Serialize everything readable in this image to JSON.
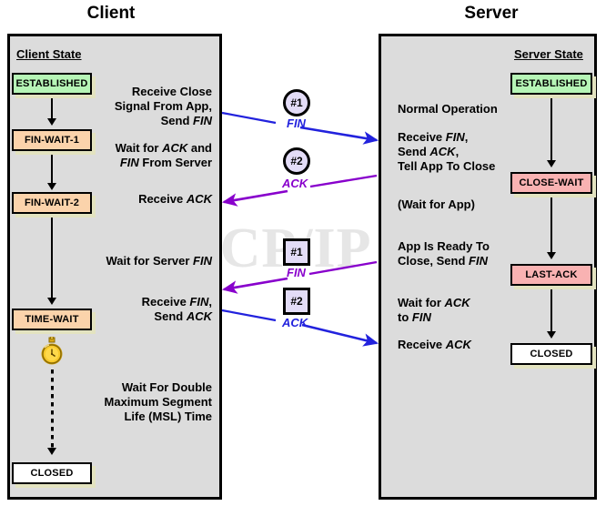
{
  "diagram": {
    "watermark": "The TCP/IP Guide",
    "columns": {
      "client_title": "Client",
      "server_title": "Server"
    }
  },
  "client": {
    "state_header": "Client State",
    "states": [
      {
        "label": "ESTABLISHED",
        "color": "#b6f5b6"
      },
      {
        "label": "FIN-WAIT-1",
        "color": "#fbd3ab"
      },
      {
        "label": "FIN-WAIT-2",
        "color": "#fbd3ab"
      },
      {
        "label": "TIME-WAIT",
        "color": "#fbd3ab"
      },
      {
        "label": "CLOSED",
        "color": "#ffffff"
      }
    ],
    "notes": [
      "Receive Close\nSignal From App,\nSend FIN",
      "Wait for ACK and\nFIN From Server",
      "Receive ACK",
      "Wait for Server FIN",
      "Receive FIN,\nSend ACK",
      "Wait For Double\nMaximum Segment\nLife (MSL) Time"
    ],
    "timer_icon": "stopwatch-icon"
  },
  "server": {
    "state_header": "Server State",
    "states": [
      {
        "label": "ESTABLISHED",
        "color": "#b6f5b6"
      },
      {
        "label": "CLOSE-WAIT",
        "color": "#f9b2b2"
      },
      {
        "label": "LAST-ACK",
        "color": "#f9b2b2"
      },
      {
        "label": "CLOSED",
        "color": "#ffffff"
      }
    ],
    "notes": [
      "Normal Operation",
      "Receive FIN,\nSend ACK,\nTell App To Close",
      "(Wait for App)",
      "App Is Ready To\nClose, Send FIN",
      "Wait for ACK\nto FIN",
      "Receive ACK"
    ]
  },
  "messages": [
    {
      "id": "#1",
      "label": "FIN",
      "shape": "circle",
      "direction": "client-to-server",
      "color": "#2222dd"
    },
    {
      "id": "#2",
      "label": "ACK",
      "shape": "circle",
      "direction": "server-to-client",
      "color": "#8800cc"
    },
    {
      "id": "#1",
      "label": "FIN",
      "shape": "square",
      "direction": "server-to-client",
      "color": "#8800cc"
    },
    {
      "id": "#2",
      "label": "ACK",
      "shape": "square",
      "direction": "client-to-server",
      "color": "#2222dd"
    }
  ],
  "colors": {
    "panel_fill": "#dcdcdc",
    "panel_border": "#000000",
    "box_shadow": "#e3e3c0",
    "fin_blue": "#2222dd",
    "ack_purple": "#8800cc",
    "marker_fill": "#e3dcf7",
    "watermark": "#e6e6e6"
  }
}
